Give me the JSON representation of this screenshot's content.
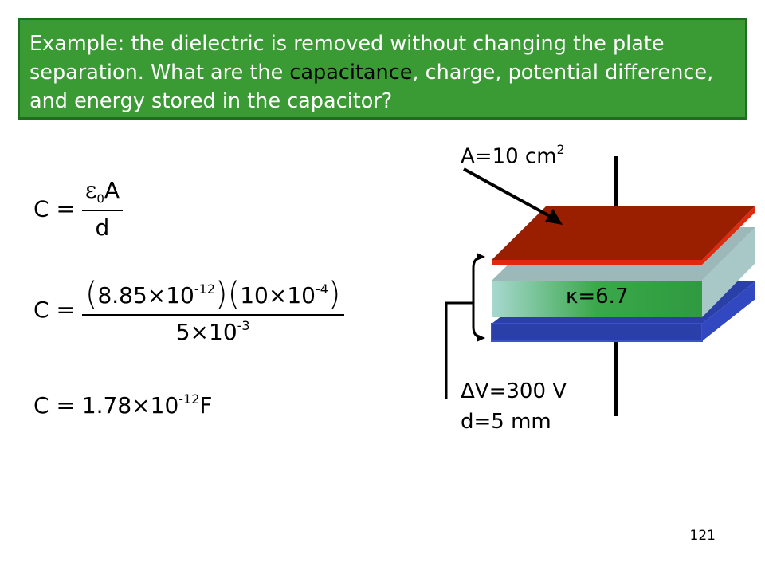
{
  "slide": {
    "title_before": "Example: the dielectric is removed without changing the plate separation. What are the ",
    "title_highlight": "capacitance",
    "title_after": ", charge, potential difference, and energy stored in the capacitor?",
    "page_number": "121"
  },
  "equations": {
    "eq1": {
      "lhs": "C =",
      "num_eps": "ε",
      "num_eps_sub": "0",
      "num_rest": "A",
      "den": "d"
    },
    "eq2": {
      "lhs": "C =",
      "open1": "(",
      "t1": "8.85×10",
      "t1_exp": "-12",
      "close1": ")",
      "open2": "(",
      "t2": "10×10",
      "t2_exp": "-4",
      "close2": ")",
      "den": "5×10",
      "den_exp": "-3"
    },
    "eq3": {
      "lhs": "C =",
      "value": "1.78×10",
      "exp": "-12",
      "unit": "F"
    }
  },
  "diagram": {
    "area_label": "A=10 cm",
    "area_exp": "2",
    "kappa_label": "κ=6.7",
    "voltage_label": "ΔV=300 V",
    "distance_label": "d=5 mm",
    "colors": {
      "top_plate": "#9a1e00",
      "top_plate_edge": "#e02a10",
      "bottom_plate": "#2a3fa8",
      "bottom_plate_edge": "#3a52d0",
      "dielectric_front": "#32a84a",
      "dielectric_side": "#a8c8c8"
    }
  }
}
